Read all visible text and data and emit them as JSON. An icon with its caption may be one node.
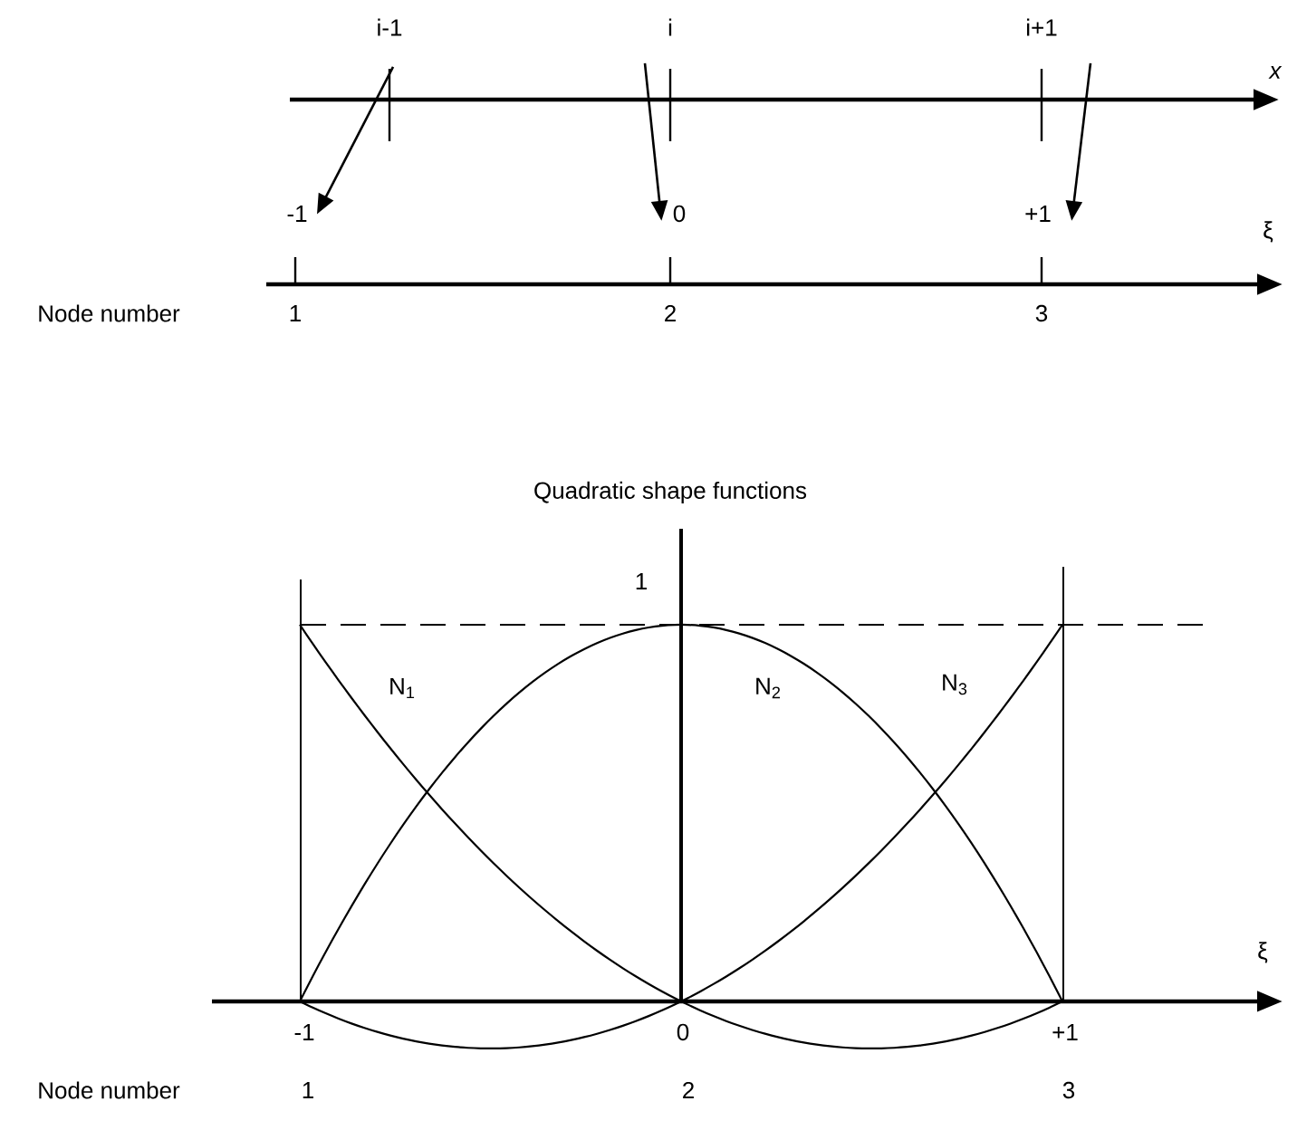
{
  "diagram": {
    "nodes": [
      {
        "text": [
          "i-1"
        ]
      },
      {
        "text": [
          "i"
        ]
      },
      {
        "text": [
          "i+1"
        ]
      },
      {
        "text": [
          "-1"
        ]
      },
      {
        "text": [
          "0"
        ]
      },
      {
        "text": [
          "+1"
        ]
      }
    ],
    "edges": [
      {
        "from": 0,
        "to": 3,
        "arrow": "to"
      },
      {
        "from": 1,
        "to": 4,
        "arrow": "to"
      },
      {
        "from": 2,
        "to": 5,
        "arrow": "to"
      }
    ],
    "labels": [
      "x",
      "ξ",
      "Node number",
      "1",
      "2",
      "3",
      "Quadratic shape functions",
      "1",
      "N$_{1}$",
      "N$_{2}$",
      "N$_{3}$",
      "ξ",
      "-1",
      "0",
      "+1",
      "Node number",
      "1",
      "2",
      "3"
    ]
  }
}
